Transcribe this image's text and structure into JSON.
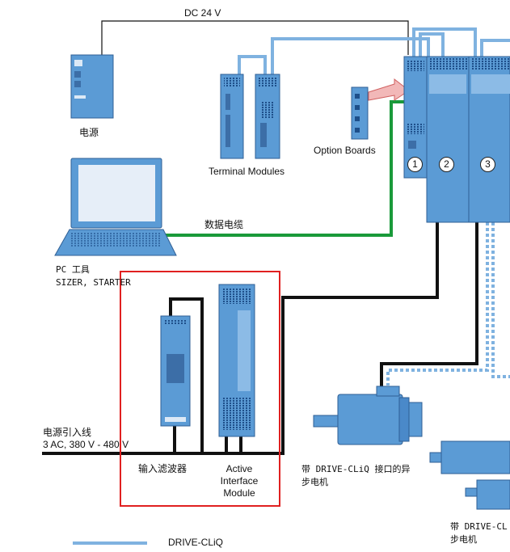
{
  "labels": {
    "dc24v": "DC 24 V",
    "power_supply": "电源",
    "terminal_modules": "Terminal Modules",
    "option_boards": "Option Boards",
    "data_cable": "数据电缆",
    "pc_tool_line1": "PC 工具",
    "pc_tool_line2": "SIZER, STARTER",
    "mains_line1": "电源引入线",
    "mains_line2": "3 AC, 380 V - 480 V",
    "input_filter": "输入滤波器",
    "aim_line1": "Active",
    "aim_line2": "Interface",
    "aim_line3": "Module",
    "motor_async_line1": "带 DRIVE-CLiQ 接口的异",
    "motor_async_line2": "步电机",
    "motor_sync_line1": "带 DRIVE-CL",
    "motor_sync_line2": "步电机",
    "legend": "DRIVE-CLiQ"
  },
  "module_numbers": [
    "1",
    "2",
    "3"
  ],
  "colors": {
    "device_blue": "#5b9bd5",
    "drive_cliq": "#7fb2e0",
    "data_cable": "#1a9a3a",
    "power_line": "#111111",
    "highlight": "#e02020"
  }
}
